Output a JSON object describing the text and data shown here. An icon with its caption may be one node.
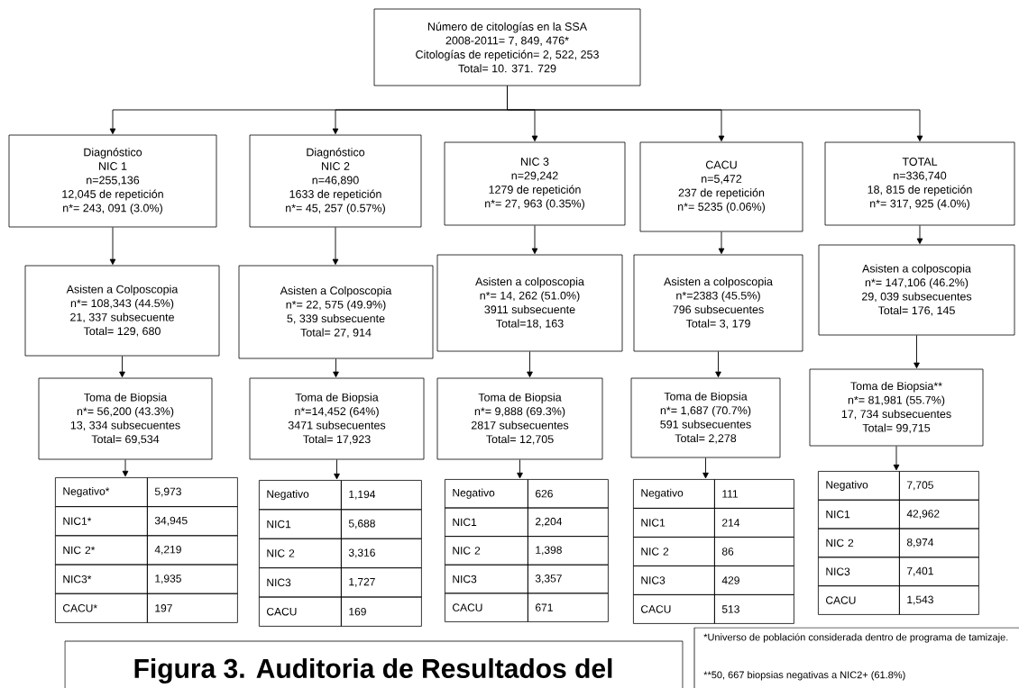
{
  "diagram": {
    "caption": "Figura 3. Auditoria de Resultados del",
    "nodes": [
      {
        "text": [
          "Número de citologías en la SSA",
          "2008-2011= 7, 849, 476*",
          "Citologías de repetición= 2, 522, 253",
          "Total= 10. 371. 729"
        ]
      },
      {
        "text": [
          "Diagnóstico",
          "NIC 1",
          "n=255,136",
          "12,045 de repetición",
          "n*= 243, 091 (3.0%)"
        ]
      },
      {
        "text": [
          "Diagnóstico",
          "NIC 2",
          "n=46,890",
          "1633 de repetición",
          "n*= 45, 257 (0.57%)"
        ]
      },
      {
        "text": [
          "NIC 3",
          "n=29,242",
          "1279 de repetición",
          "n*= 27, 963 (0.35%)"
        ]
      },
      {
        "text": [
          "CACU",
          "n=5,472",
          "237 de repetición",
          "n*= 5235 (0.06%)"
        ]
      },
      {
        "text": [
          "TOTAL",
          "n=336,740",
          "18, 815 de repetición",
          "n*= 317, 925 (4.0%)"
        ]
      },
      {
        "text": [
          "Asisten a Colposcopia",
          "n*= 108,343 (44.5%)",
          "21, 337 subsecuente",
          "Total= 129, 680"
        ]
      },
      {
        "text": [
          "Asisten a Colposcopia",
          "n*= 22, 575 (49.9%)",
          "5, 339 subsecuente",
          "Total= 27, 914"
        ]
      },
      {
        "text": [
          "Asisten a colposcopia",
          "n*= 14, 262 (51.0%)",
          "3911 subsecuente",
          "Total=18, 163"
        ]
      },
      {
        "text": [
          "Asisten a colposcopia",
          "n*=2383 (45.5%)",
          "796 subsecuentes",
          "Total= 3, 179"
        ]
      },
      {
        "text": [
          "Asisten a colposcopia",
          "n*= 147,106 (46.2%)",
          "29, 039 subsecuentes",
          "Total= 176, 145"
        ]
      },
      {
        "text": [
          "Toma de Biopsia",
          "n*= 56,200 (43.3%)",
          "13, 334 subsecuentes",
          "Total= 69,534"
        ]
      },
      {
        "text": [
          "Toma de Biopsia",
          "n*=14,452 (64%)",
          "3471 subsecuentes",
          "Total= 17,923"
        ]
      },
      {
        "text": [
          "Toma de Biopsia",
          "n*= 9,888 (69.3%)",
          "2817 subsecuentes",
          "Total= 12,705"
        ]
      },
      {
        "text": [
          "Toma de Biopsia",
          "n*= 1,687 (70.7%)",
          "591 subsecuentes",
          "Total= 2,278"
        ]
      },
      {
        "text": [
          "Toma de Biopsia**",
          "n*= 81,981 (55.7%)",
          "17, 734 subsecuentes",
          "Total= 99,715"
        ]
      },
      {
        "text": [
          "Negativo*",
          "5,973",
          "NIC1*",
          "34,945",
          "NIC 2*",
          "4,219",
          "NIC3*",
          "1,935",
          "CACU*",
          "197"
        ]
      },
      {
        "text": [
          "Negativo",
          "1,194",
          "NIC1",
          "5,688",
          "NIC 2",
          "3,316",
          "NIC3",
          "1,727",
          "CACU",
          "169"
        ]
      },
      {
        "text": [
          "Negativo",
          "626",
          "NIC1",
          "2,204",
          "NIC 2",
          "1,398",
          "NIC3",
          "3,357",
          "CACU",
          "671"
        ]
      },
      {
        "text": [
          "Negativo",
          "111",
          "NIC1",
          "214",
          "NIC 2",
          "86",
          "NIC3",
          "429",
          "CACU",
          "513"
        ]
      },
      {
        "text": [
          "Negativo",
          "7,705",
          "NIC1",
          "42,962",
          "NIC 2",
          "8,974",
          "NIC3",
          "7,401",
          "CACU",
          "1,543"
        ]
      }
    ],
    "edges": [
      {
        "from": 0,
        "to": 1,
        "arrow": "to"
      },
      {
        "from": 0,
        "to": 2,
        "arrow": "to"
      },
      {
        "from": 0,
        "to": 3,
        "arrow": "to"
      },
      {
        "from": 0,
        "to": 4,
        "arrow": "to"
      },
      {
        "from": 0,
        "to": 5,
        "arrow": "to"
      },
      {
        "from": 1,
        "to": 6,
        "arrow": "to"
      },
      {
        "from": 2,
        "to": 7,
        "arrow": "to"
      },
      {
        "from": 3,
        "to": 8,
        "arrow": "to"
      },
      {
        "from": 4,
        "to": 9,
        "arrow": "to"
      },
      {
        "from": 5,
        "to": 10,
        "arrow": "to"
      },
      {
        "from": 6,
        "to": 11,
        "arrow": "to"
      },
      {
        "from": 7,
        "to": 12,
        "arrow": "to"
      },
      {
        "from": 8,
        "to": 13,
        "arrow": "to"
      },
      {
        "from": 9,
        "to": 14,
        "arrow": "to"
      },
      {
        "from": 10,
        "to": 15,
        "arrow": "to"
      },
      {
        "from": 11,
        "to": 16,
        "arrow": "to"
      },
      {
        "from": 12,
        "to": 17,
        "arrow": "to"
      },
      {
        "from": 13,
        "to": 18,
        "arrow": "to"
      },
      {
        "from": 14,
        "to": 19,
        "arrow": "to"
      },
      {
        "from": 15,
        "to": 20,
        "arrow": "to"
      }
    ],
    "labels": [
      "*Universo de población considerada dentro de programa de tamizaje.",
      "**50, 667 biopsias negativas a NIC2+ (61.8%)"
    ]
  }
}
